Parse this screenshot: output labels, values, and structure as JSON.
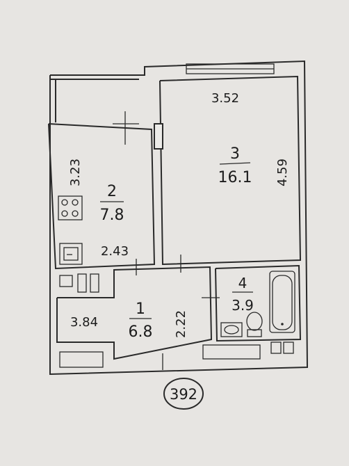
{
  "floor_plan": {
    "rooms": [
      {
        "number": "1",
        "area": "6.8"
      },
      {
        "number": "2",
        "area": "7.8"
      },
      {
        "number": "3",
        "area": "16.1"
      },
      {
        "number": "4",
        "area": "3.9"
      }
    ],
    "dimensions": {
      "room3_width": "3.52",
      "room3_length": "4.59",
      "room2_length": "3.23",
      "room2_width": "2.43",
      "room1_length": "3.84",
      "room1_width": "2.22"
    },
    "apartment_number": "392",
    "icons": [
      "stove-icon",
      "sink-icon",
      "bathtub-icon",
      "toilet-icon",
      "washbasin-icon"
    ]
  }
}
